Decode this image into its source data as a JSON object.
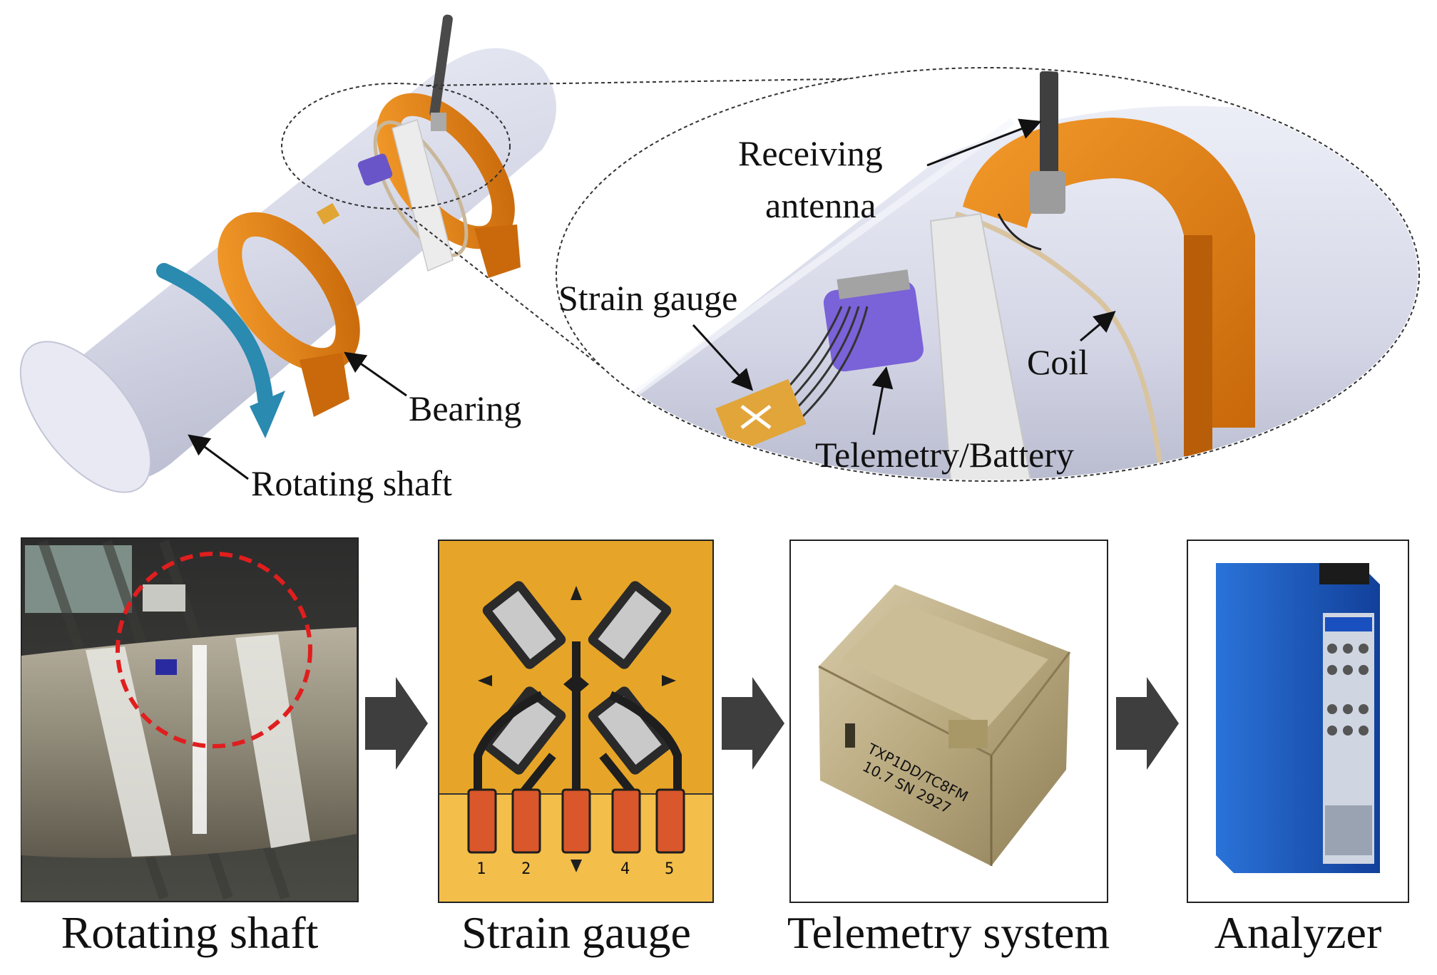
{
  "top": {
    "labels": {
      "receiving_antenna_line1": "Receiving",
      "receiving_antenna_line2": "antenna",
      "strain_gauge": "Strain gauge",
      "coil": "Coil",
      "telemetry_battery": "Telemetry/Battery",
      "bearing": "Bearing",
      "rotating_shaft": "Rotating shaft"
    }
  },
  "bottom": {
    "captions": [
      "Rotating shaft",
      "Strain gauge",
      "Telemetry system",
      "Analyzer"
    ],
    "gauge_pins": [
      "1",
      "2",
      "4",
      "5"
    ],
    "telemetry_engraving": [
      "TXP1DD/TC8FM",
      "10.7 SN 2927"
    ]
  },
  "colors": {
    "shaft": "#d9dbea",
    "bearing": "#e07c10",
    "rotation_arrow": "#2a8ab0",
    "gauge_bg": "#e7a52a",
    "gauge_pad": "#d9572a",
    "analyzer": "#1d5fc4",
    "block_arrow": "#3e3e3e",
    "highlight_circle": "#e01e1e"
  }
}
